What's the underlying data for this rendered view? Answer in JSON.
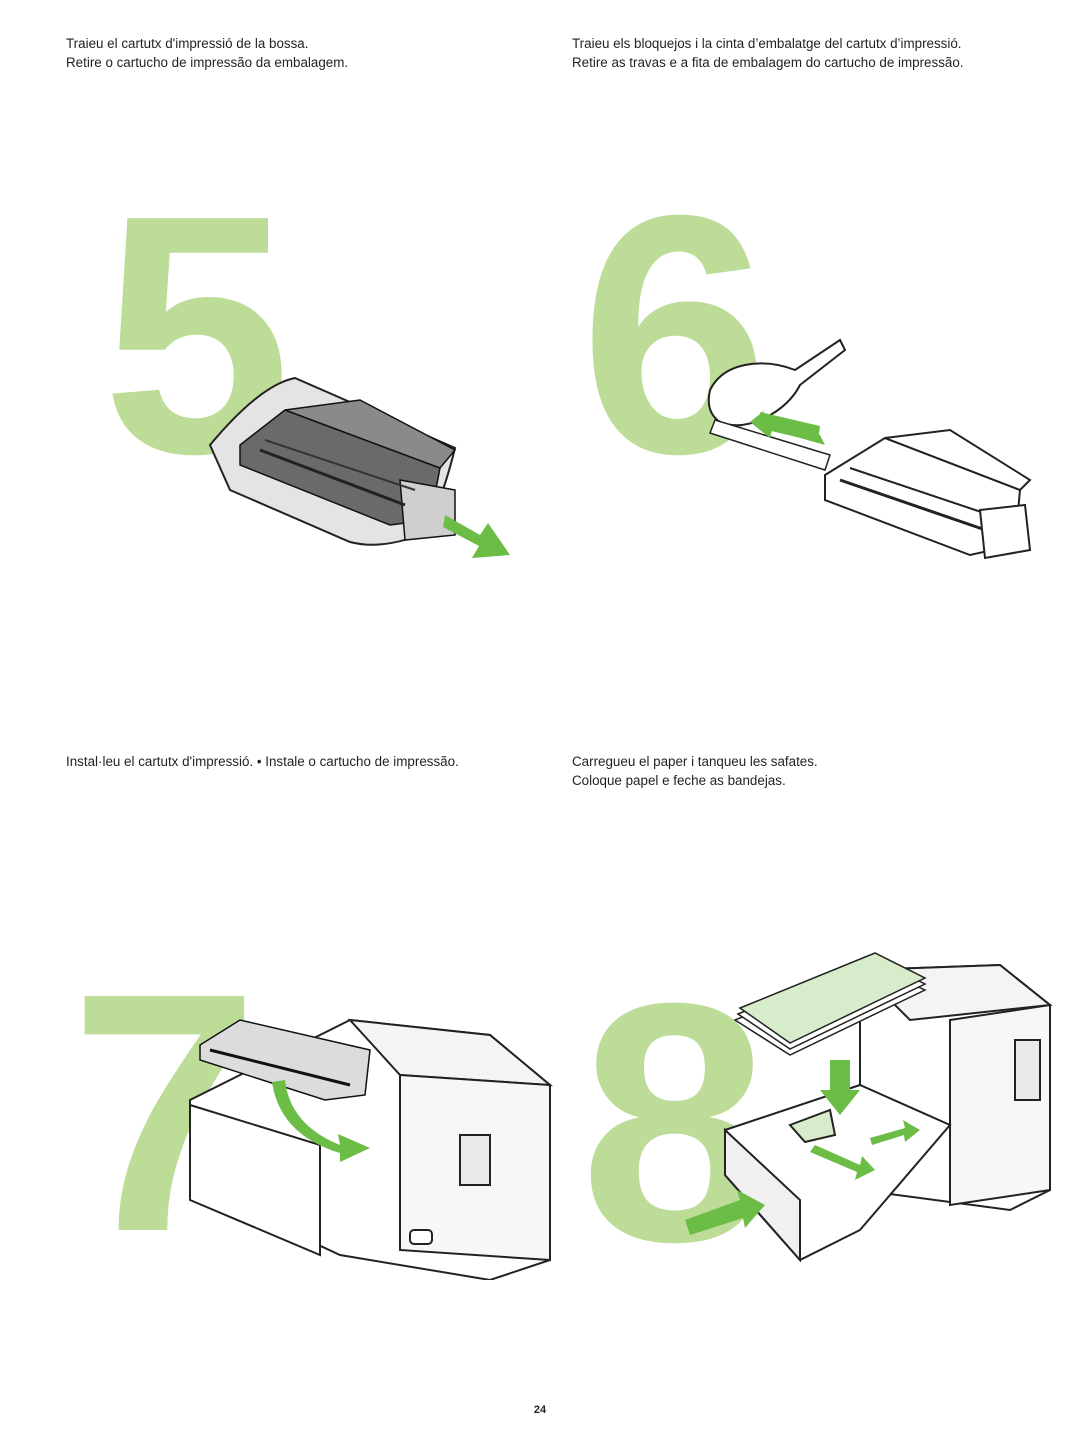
{
  "steps": [
    {
      "number": "5",
      "lines": [
        "Traieu el cartutx d'impressió de la bossa.",
        "Retire o cartucho de impressão da embalagem."
      ]
    },
    {
      "number": "6",
      "lines": [
        "Traieu els bloquejos i la cinta d’embalatge del cartutx d’impressió.",
        "Retire as travas e a fita de embalagem do cartucho de impressão."
      ]
    },
    {
      "number": "7",
      "lines": [
        "Instal·leu el cartutx d'impressió.  •  Instale o cartucho de impressão."
      ]
    },
    {
      "number": "8",
      "lines": [
        "Carregueu el paper i tanqueu les safates.",
        "Coloque papel e feche as bandejas."
      ]
    }
  ],
  "page_number": "24",
  "colors": {
    "step_number": "#bcdc98",
    "arrow": "#6cbd45",
    "paper": "#d7eccb"
  }
}
